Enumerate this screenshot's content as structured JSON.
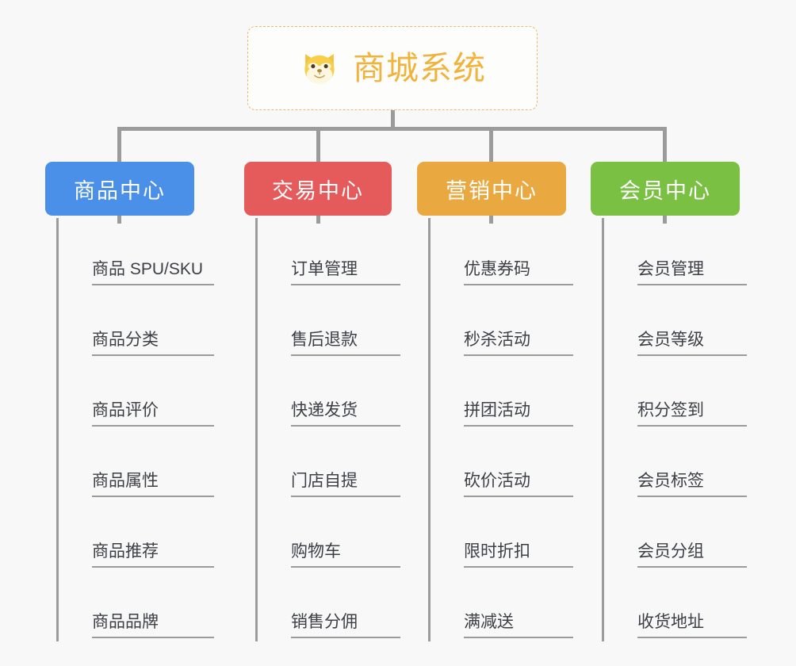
{
  "canvas": {
    "background": "#f8f8f8",
    "connector_color": "#9b9b9b"
  },
  "root": {
    "title": "商城系统",
    "icon": "dog-face-icon",
    "text_color": "#f0b33c",
    "border_color": "#e8b96a",
    "background": "#fdfdfc"
  },
  "columns": [
    {
      "header": "商品中心",
      "color": "#4a90e8",
      "items": [
        "商品 SPU/SKU",
        "商品分类",
        "商品评价",
        "商品属性",
        "商品推荐",
        "商品品牌"
      ]
    },
    {
      "header": "交易中心",
      "color": "#e55b5b",
      "items": [
        "订单管理",
        "售后退款",
        "快递发货",
        "门店自提",
        "购物车",
        "销售分佣"
      ]
    },
    {
      "header": "营销中心",
      "color": "#eaa841",
      "items": [
        "优惠券码",
        "秒杀活动",
        "拼团活动",
        "砍价活动",
        "限时折扣",
        "满减送"
      ]
    },
    {
      "header": "会员中心",
      "color": "#7ac143",
      "items": [
        "会员管理",
        "会员等级",
        "积分签到",
        "会员标签",
        "会员分组",
        "收货地址"
      ]
    }
  ]
}
